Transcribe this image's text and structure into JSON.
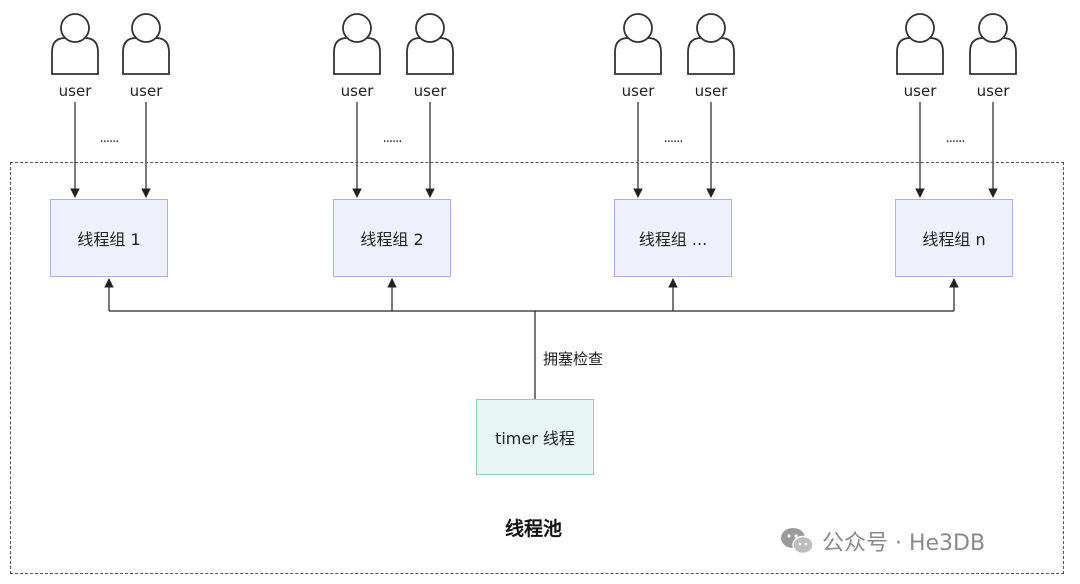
{
  "users": {
    "label": "user",
    "ellipsis": "......"
  },
  "groups": [
    {
      "label": "线程组 1"
    },
    {
      "label": "线程组 2"
    },
    {
      "label": "线程组 ..."
    },
    {
      "label": "线程组 n"
    }
  ],
  "check_label": "拥塞检查",
  "timer_label": "timer 线程",
  "pool_title": "线程池",
  "watermark": "公众号 · He3DB",
  "colors": {
    "group_fill": "#eef0fb",
    "group_border": "#a8b1e6",
    "timer_fill": "#e7f6f3",
    "timer_border": "#8fcfc3"
  }
}
